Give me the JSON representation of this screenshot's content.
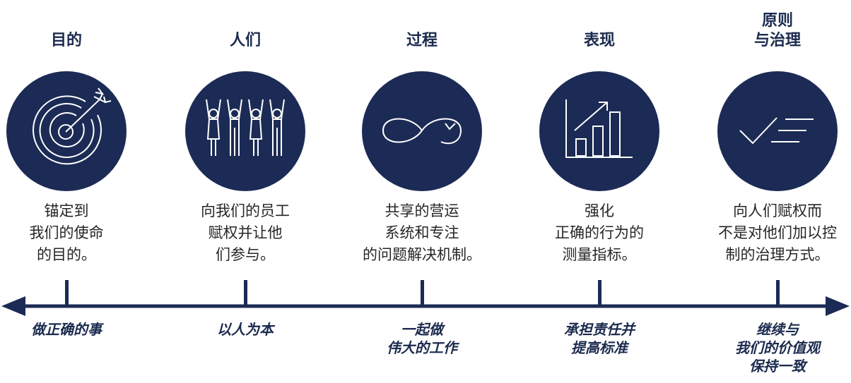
{
  "stages": [
    {
      "title": "目的",
      "icon": "target-arrow-icon",
      "description": "锚定到\n我们的使命\n的目的。",
      "value": "做正确的事"
    },
    {
      "title": "人们",
      "icon": "people-cheering-icon",
      "description": "向我们的员工\n赋权并让他\n们参与。",
      "value": "以人为本"
    },
    {
      "title": "过程",
      "icon": "infinity-loop-icon",
      "description": "共享的营运\n系统和专注\n的问题解决机制。",
      "value": "一起做\n伟大的工作"
    },
    {
      "title": "表现",
      "icon": "bar-chart-growth-icon",
      "description": "强化\n正确的行为的\n测量指标。",
      "value": "承担责任并\n提高标准"
    },
    {
      "title": "原则\n与治理",
      "icon": "checkmark-lines-icon",
      "description": "向人们赋权而\n不是对他们加以控\n制的治理方式。",
      "value": "继续与\n我们的价值观\n保持一致"
    }
  ],
  "colors": {
    "navy": "#1c2b55",
    "title_text": "#1b2a4e",
    "body_text": "#262626",
    "icon_stroke": "#ffffff"
  }
}
